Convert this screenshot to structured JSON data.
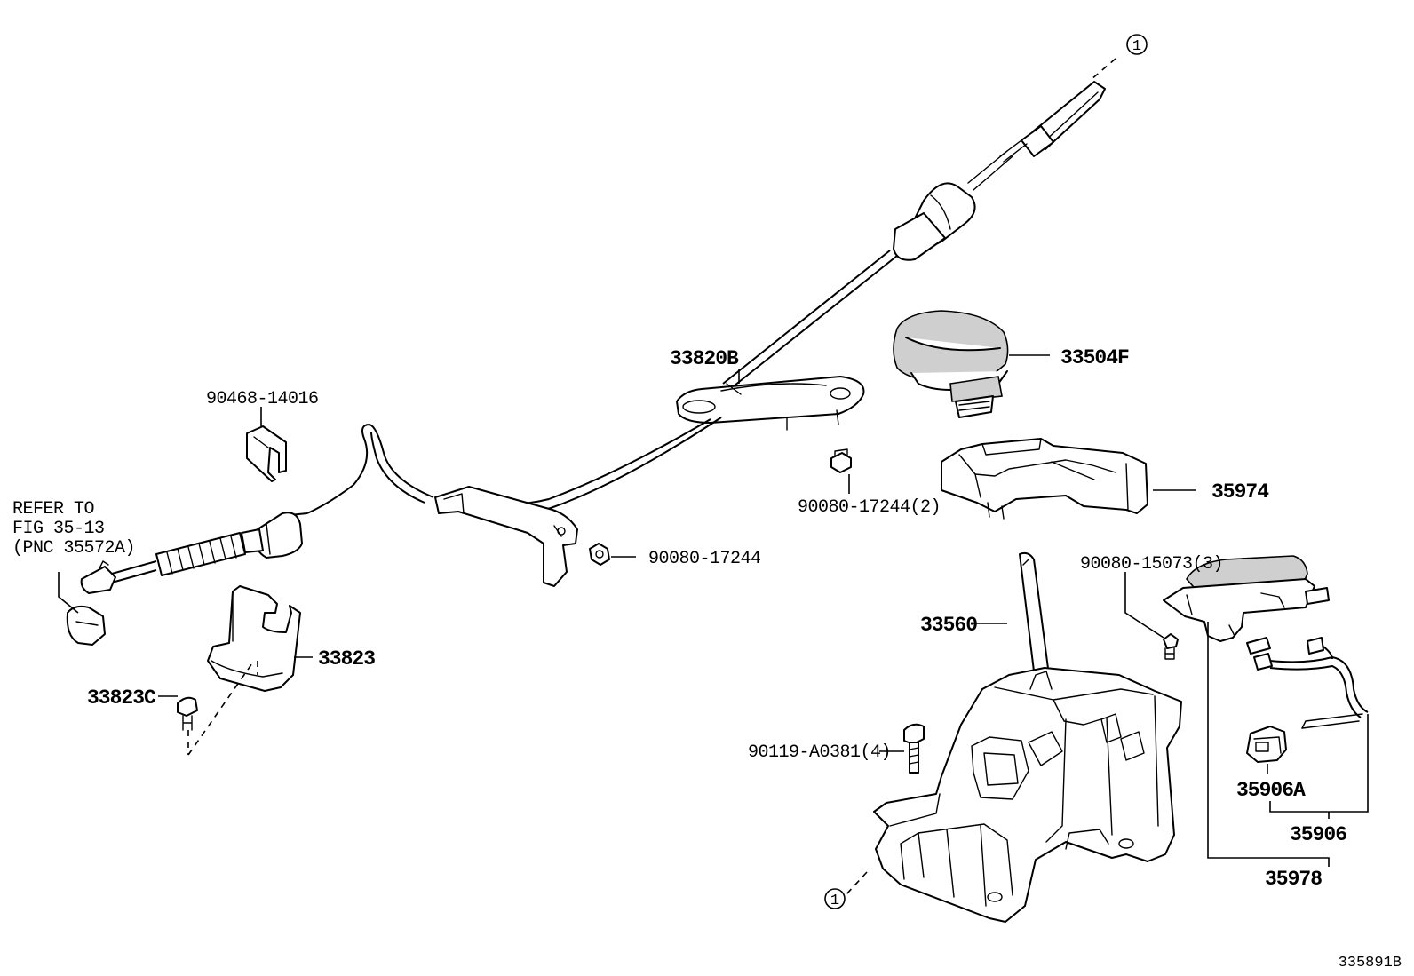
{
  "figure_id": "335891B",
  "reference_note": {
    "line1": "REFER TO",
    "line2": "FIG 35-13",
    "line3": "(PNC 35572A)"
  },
  "callout_marker": "1",
  "parts": {
    "p33820B": "33820B",
    "p33504F": "33504F",
    "p35974": "35974",
    "p90468_14016": "90468-14016",
    "p90080_17244_2": "90080-17244(2)",
    "p90080_17244": "90080-17244",
    "p90080_15073_3": "90080-15073(3)",
    "p33560": "33560",
    "p33823": "33823",
    "p33823C": "33823C",
    "p90119_A0381_4": "90119-A0381(4)",
    "p35906A": "35906A",
    "p35906": "35906",
    "p35978": "35978"
  }
}
